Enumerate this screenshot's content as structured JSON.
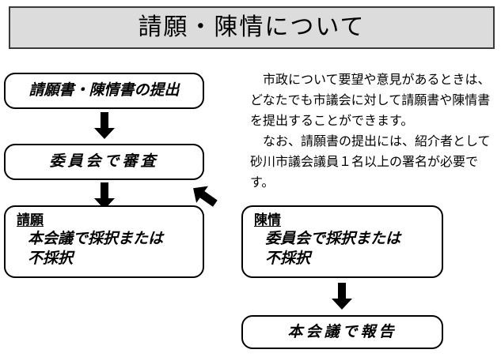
{
  "title": {
    "text": "請願・陳情について"
  },
  "intro": {
    "paragraphs": [
      "市政について要望や意見があるときは、どなたでも市議会に対して請願書や陳情書を提出することができます。",
      "なお、請願書の提出には、紹介者として砂川市議会議員１名以上の署名が必要です。"
    ]
  },
  "flow": {
    "submit": {
      "label": "請願書・陳情書の提出"
    },
    "review": {
      "label": "委員会で審査"
    },
    "petition": {
      "heading": "請願",
      "line1": "本会議で採択または",
      "line2": "不採択"
    },
    "representation": {
      "heading": "陳情",
      "line1": "委員会で採択または",
      "line2": "不採択"
    },
    "report": {
      "label": "本会議で報告"
    }
  },
  "icons": {
    "arrow_down": "arrow-down-icon",
    "arrow_diagonal": "arrow-diagonal-icon"
  },
  "colors": {
    "banner_fill": "#dcdcdc",
    "banner_border": "#3a3a3a",
    "line": "#000000",
    "background": "#ffffff"
  }
}
